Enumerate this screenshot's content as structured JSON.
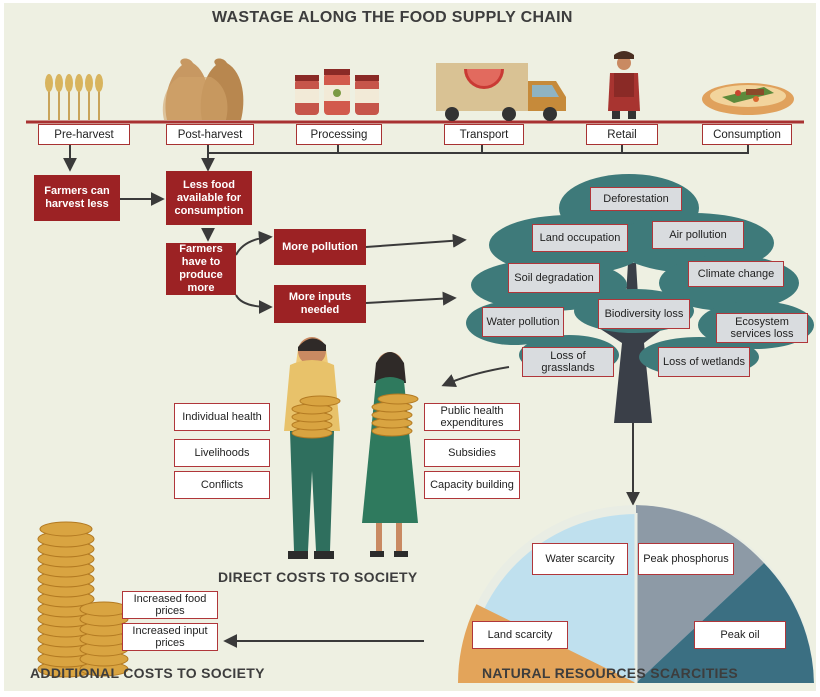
{
  "title": "WASTAGE ALONG THE FOOD SUPPLY CHAIN",
  "supply_chain": {
    "stages": [
      "Pre-harvest",
      "Post-harvest",
      "Processing",
      "Transport",
      "Retail",
      "Consumption"
    ],
    "stage_icons": [
      "wheat-icon",
      "grain-sacks-icon",
      "jars-icon",
      "truck-icon",
      "shopkeeper-icon",
      "food-plate-icon"
    ]
  },
  "flow": {
    "farmers_harvest_less": "Farmers can harvest less",
    "less_food": "Less food available for consumption",
    "produce_more": "Farmers have to produce more",
    "more_pollution": "More pollution",
    "more_inputs": "More inputs needed"
  },
  "environmental_impacts": {
    "deforestation": "Deforestation",
    "land_occupation": "Land occupation",
    "air_pollution": "Air pollution",
    "soil_degradation": "Soil degradation",
    "climate_change": "Climate change",
    "water_pollution": "Water pollution",
    "biodiversity_loss": "Biodiversity loss",
    "ecosystem_services_loss": "Ecosystem services loss",
    "loss_grasslands": "Loss of grasslands",
    "loss_wetlands": "Loss of wetlands"
  },
  "direct_costs": {
    "title": "DIRECT COSTS TO SOCIETY",
    "left": [
      "Individual health",
      "Livelihoods",
      "Conflicts"
    ],
    "right": [
      "Public health expenditures",
      "Subsidies",
      "Capacity building"
    ]
  },
  "additional_costs": {
    "title": "ADDITIONAL COSTS TO SOCIETY",
    "items": [
      "Increased food prices",
      "Increased input prices"
    ]
  },
  "scarcities": {
    "title": "NATURAL RESOURCES SCARCITIES",
    "items": [
      "Water scarcity",
      "Peak phosphorus",
      "Land scarcity",
      "Peak oil"
    ]
  },
  "colors": {
    "header_red": "#9c2224",
    "supply_line": "#a83232",
    "tree_green": "#3e7a7a",
    "trunk": "#3a3f48",
    "gold": "#d9a441",
    "sky_blue": "#bfe0ee",
    "slate_grey": "#8d9aa6",
    "teal": "#3b6f82",
    "sand": "#e3a45a"
  }
}
